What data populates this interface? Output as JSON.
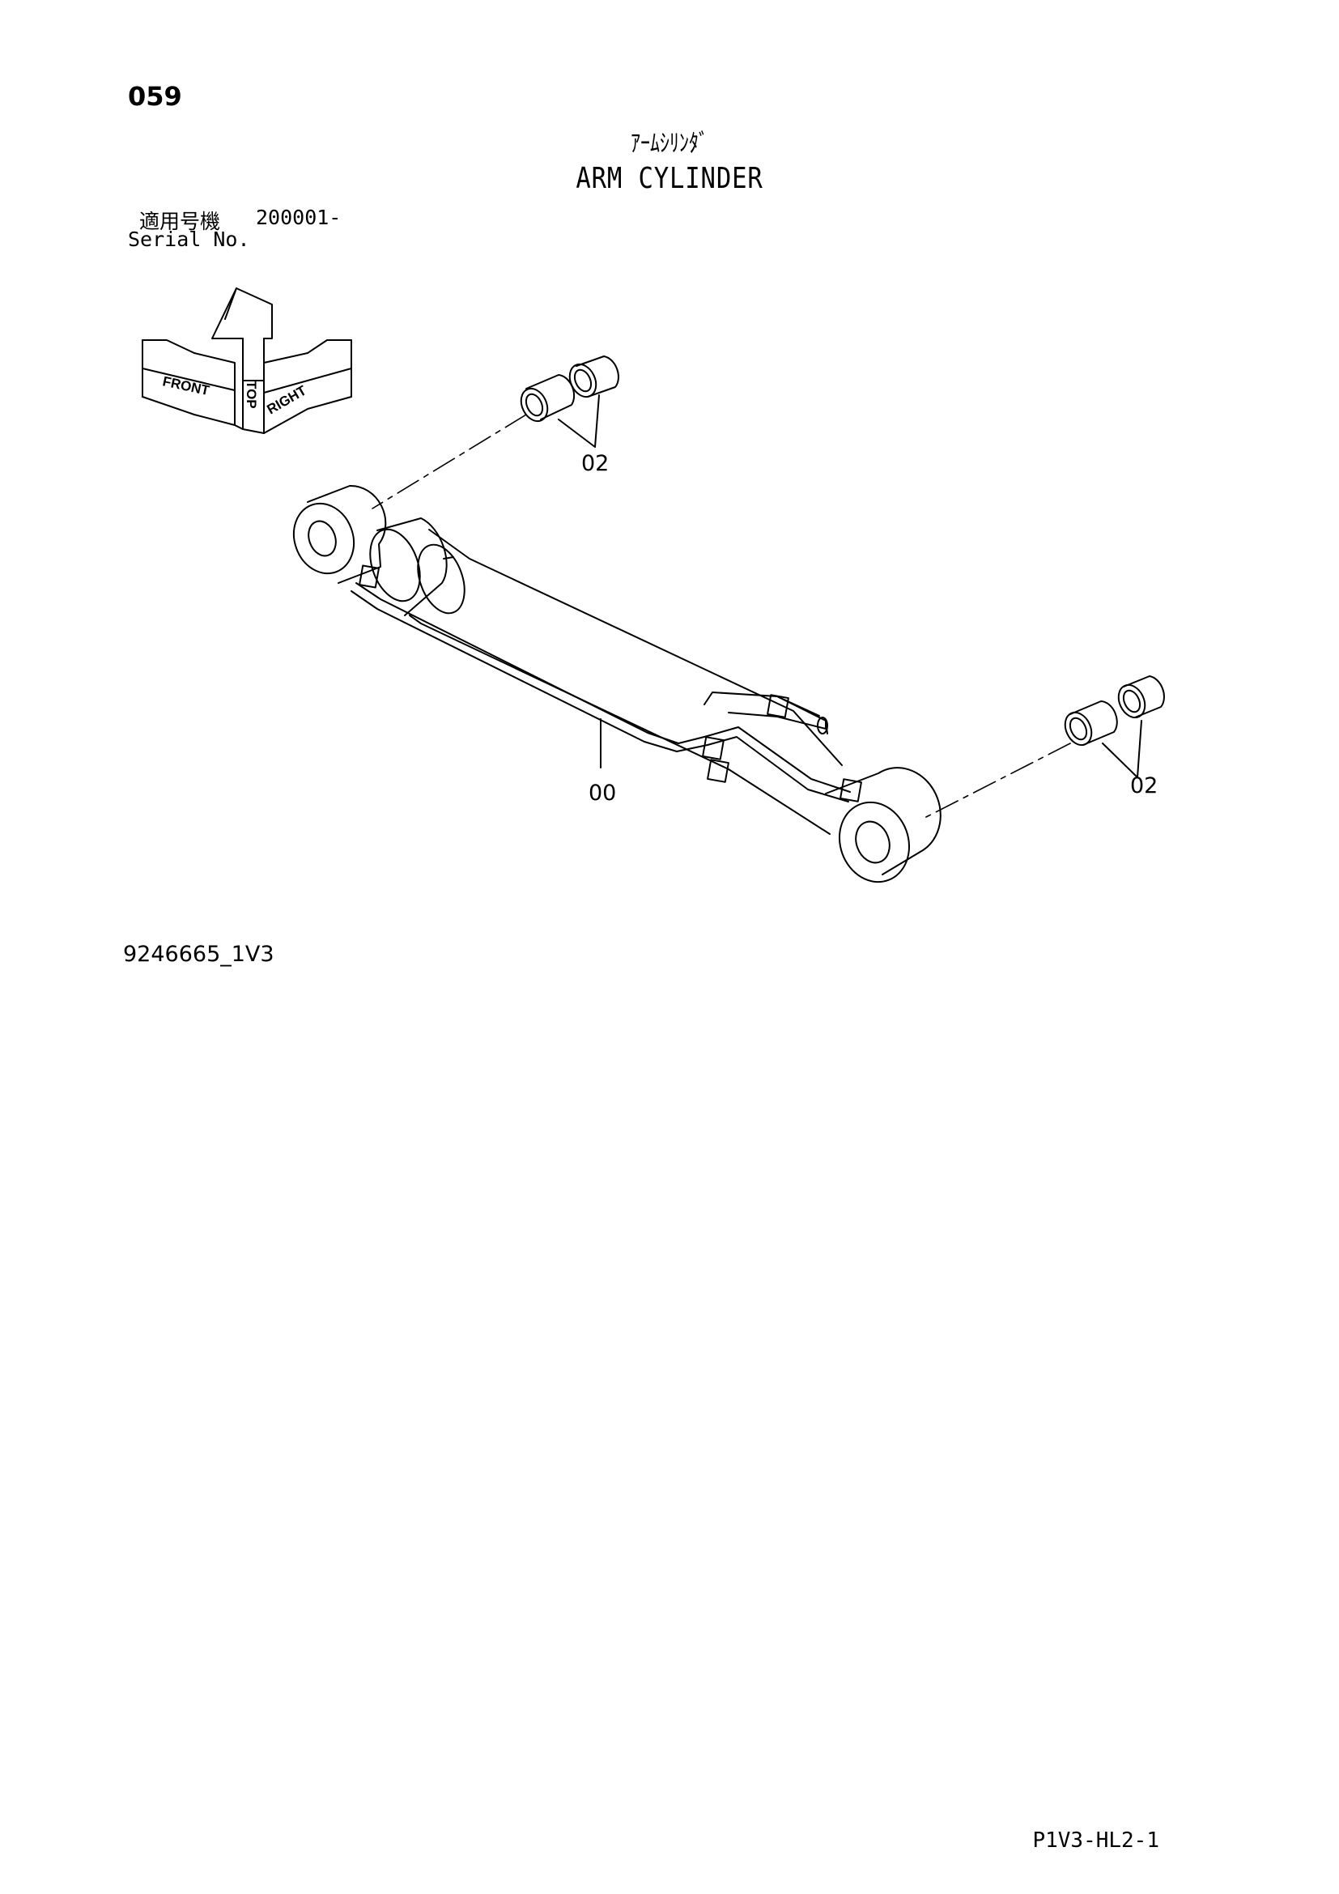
{
  "page": {
    "number": "059",
    "title_jp": "ｱｰﾑｼﾘﾝﾀﾞ",
    "title_en": "ARM CYLINDER"
  },
  "serial": {
    "label_jp": "適用号機",
    "range": "200001-",
    "label_en": "Serial No."
  },
  "orientation": {
    "top": "TOP",
    "front": "FRONT",
    "right": "RIGHT"
  },
  "parts": {
    "bushing_upper": "02",
    "cylinder": "00",
    "bushing_lower": "02"
  },
  "drawing_id": "9246665_1V3",
  "footer_code": "P1V3-HL2-1"
}
